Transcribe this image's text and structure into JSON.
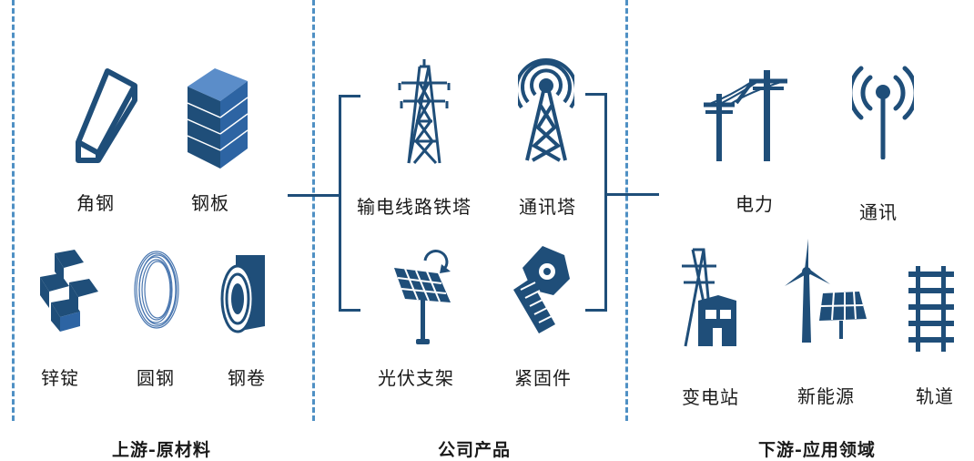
{
  "colors": {
    "icon": "#1f4e79",
    "divider": "#4f90c4",
    "text": "#1a1a1a"
  },
  "upstream": {
    "title": "上游-原材料",
    "items": [
      {
        "label": "角钢",
        "icon": "angle-steel-icon"
      },
      {
        "label": "钢板",
        "icon": "steel-plate-icon"
      },
      {
        "label": "锌锭",
        "icon": "zinc-ingot-icon"
      },
      {
        "label": "圆钢",
        "icon": "round-steel-icon"
      },
      {
        "label": "钢卷",
        "icon": "steel-coil-icon"
      }
    ]
  },
  "products": {
    "title": "公司产品",
    "items": [
      {
        "label": "输电线路铁塔",
        "icon": "transmission-tower-icon"
      },
      {
        "label": "通讯塔",
        "icon": "communication-tower-icon"
      },
      {
        "label": "光伏支架",
        "icon": "solar-bracket-icon"
      },
      {
        "label": "紧固件",
        "icon": "fastener-icon"
      }
    ]
  },
  "downstream": {
    "title": "下游-应用领域",
    "items": [
      {
        "label": "电力",
        "icon": "power-pole-icon"
      },
      {
        "label": "通讯",
        "icon": "signal-antenna-icon"
      },
      {
        "label": "变电站",
        "icon": "substation-icon"
      },
      {
        "label": "新能源",
        "icon": "wind-solar-icon"
      },
      {
        "label": "轨道",
        "icon": "railway-icon"
      }
    ]
  }
}
